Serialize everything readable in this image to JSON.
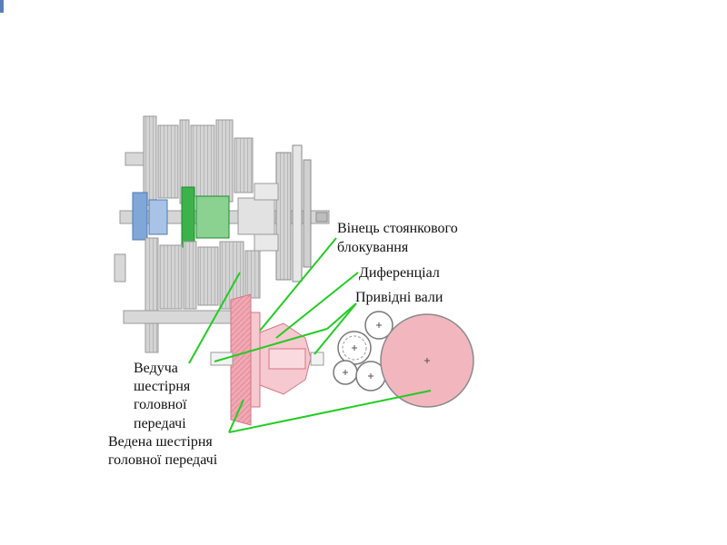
{
  "labels": {
    "parking_ring_line1": "Вінець стоянкового",
    "parking_ring_line2": "блокування",
    "differential": "Диференціал",
    "drive_shafts": "Привідні вали",
    "driving_gear_line1": "Ведуча",
    "driving_gear_line2": "шестірня",
    "driving_gear_line3": "головної",
    "driving_gear_line4": "передачі",
    "driven_gear_line1": "Ведена шестірня",
    "driven_gear_line2": "головної передачі"
  },
  "colors": {
    "leader_line": "#22cc22",
    "gear_red": "#f2b6bf",
    "gear_blue": "#7fa7d8",
    "gear_green": "#3bb24a",
    "metal_grey": "#c8c8c8",
    "outline_grey": "#8a8a8a"
  }
}
